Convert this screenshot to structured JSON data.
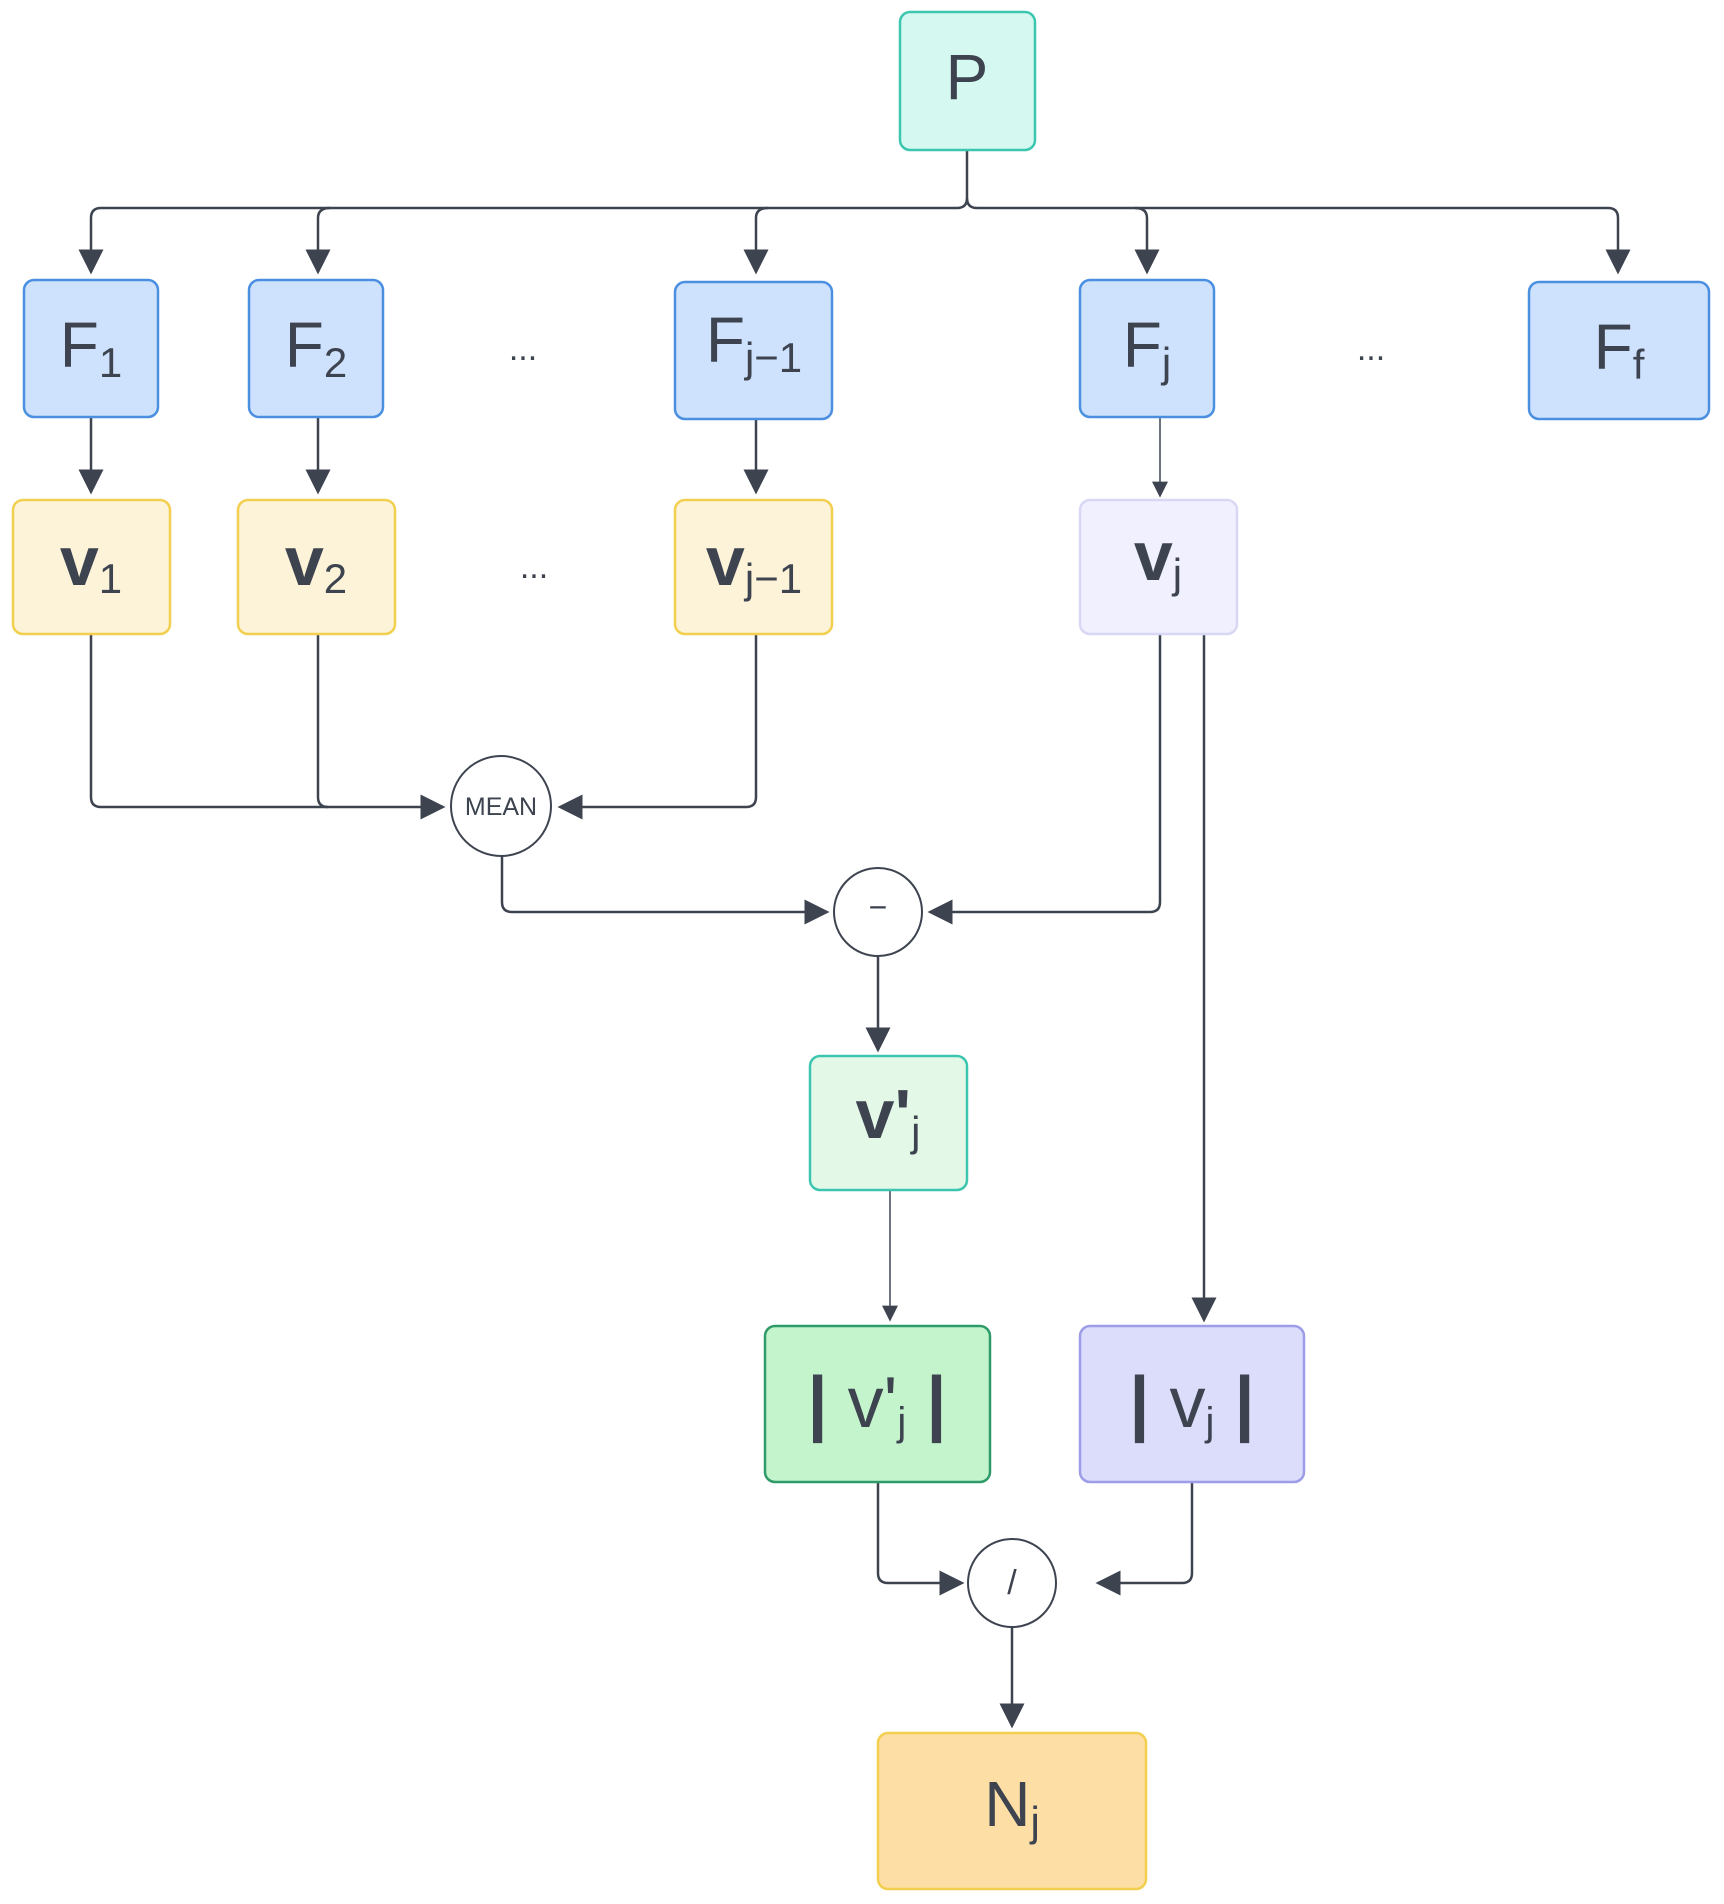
{
  "nodes": {
    "p": {
      "main": "P",
      "sub": ""
    },
    "f1": {
      "main": "F",
      "sub": "1"
    },
    "f2": {
      "main": "F",
      "sub": "2"
    },
    "fj1": {
      "main": "F",
      "sub": "j−1"
    },
    "fj": {
      "main": "F",
      "sub": "j"
    },
    "ff": {
      "main": "F",
      "sub": "f"
    },
    "v1": {
      "main": "v",
      "sub": "1"
    },
    "v2": {
      "main": "v",
      "sub": "2"
    },
    "vj1": {
      "main": "v",
      "sub": "j−1"
    },
    "vj": {
      "main": "v",
      "sub": "j"
    },
    "vpj": {
      "main": "v'",
      "sub": "j"
    },
    "abs_vpj": {
      "pre": "| ",
      "main": "v'",
      "sub": "j",
      "post": " |"
    },
    "abs_vj": {
      "pre": "| ",
      "main": "v",
      "sub": "j",
      "post": " |"
    },
    "nj": {
      "main": "N",
      "sub": "j"
    }
  },
  "operators": {
    "mean": "MEAN",
    "minus": "−",
    "divide": "/"
  },
  "ellipses": {
    "f_row_1": "...",
    "f_row_2": "...",
    "v_row": "..."
  },
  "colors": {
    "p_fill": "#d5f8f0",
    "p_stroke": "#3cc6b0",
    "f_fill": "#cfe2fd",
    "f_stroke": "#4a8fe0",
    "v_fill": "#fdf3d9",
    "v_stroke": "#f2cf4e",
    "vj_fill": "#f0f0ff",
    "vj_stroke": "#d8d8f5",
    "vpj_fill": "#e4f8e8",
    "vpj_stroke": "#3cc6b0",
    "abs_vpj_fill": "#c4f4cb",
    "abs_vpj_stroke": "#2f9a6a",
    "abs_vj_fill": "#dcdcfb",
    "abs_vj_stroke": "#9e9ee8",
    "nj_fill": "#fddfa5",
    "nj_stroke": "#f2cf4e",
    "line": "#3d4450"
  }
}
